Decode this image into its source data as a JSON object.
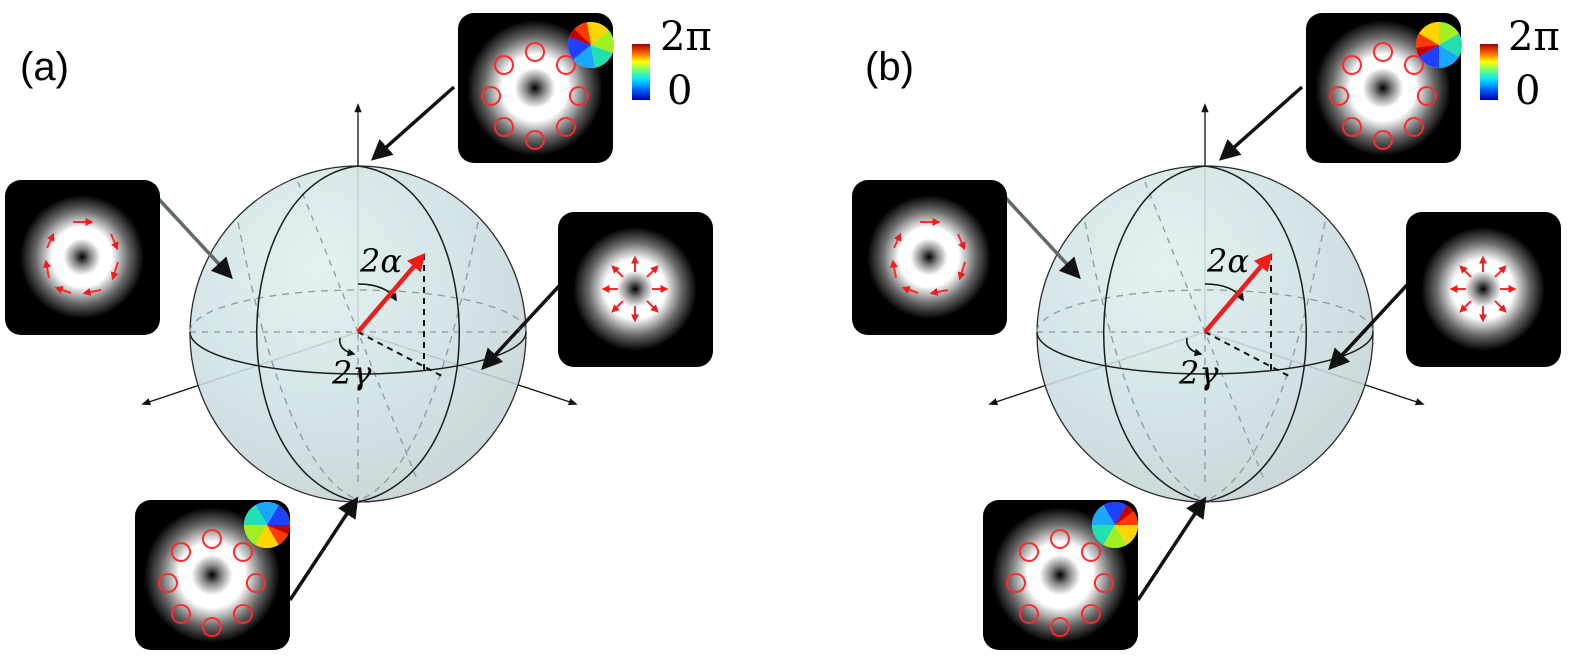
{
  "figure": {
    "panels": [
      {
        "id": "a",
        "label": "(a)",
        "angle_alpha": "2α",
        "angle_gamma": "2γ",
        "colorbar_max": "2π",
        "colorbar_min": "0"
      },
      {
        "id": "b",
        "label": "(b)",
        "angle_alpha": "2α",
        "angle_gamma": "2γ",
        "colorbar_max": "2π",
        "colorbar_min": "0"
      }
    ],
    "colors": {
      "sphere_fill": "#cfe3e6",
      "sphere_edge": "#2a2a2a",
      "vector": "#ee1c1c",
      "polarization_marks": "#ff2a2a",
      "inset_bg": "#000000",
      "pointer": "#111111"
    },
    "insets": [
      {
        "name": "north-pole-inset",
        "pattern": "circular-vortex",
        "has_phase_wheel": true
      },
      {
        "name": "azimuthal-inset",
        "pattern": "azimuthal",
        "has_phase_wheel": false
      },
      {
        "name": "radial-inset",
        "pattern": "radial",
        "has_phase_wheel": false
      },
      {
        "name": "south-pole-inset",
        "pattern": "circular-vortex",
        "has_phase_wheel": true
      }
    ]
  }
}
